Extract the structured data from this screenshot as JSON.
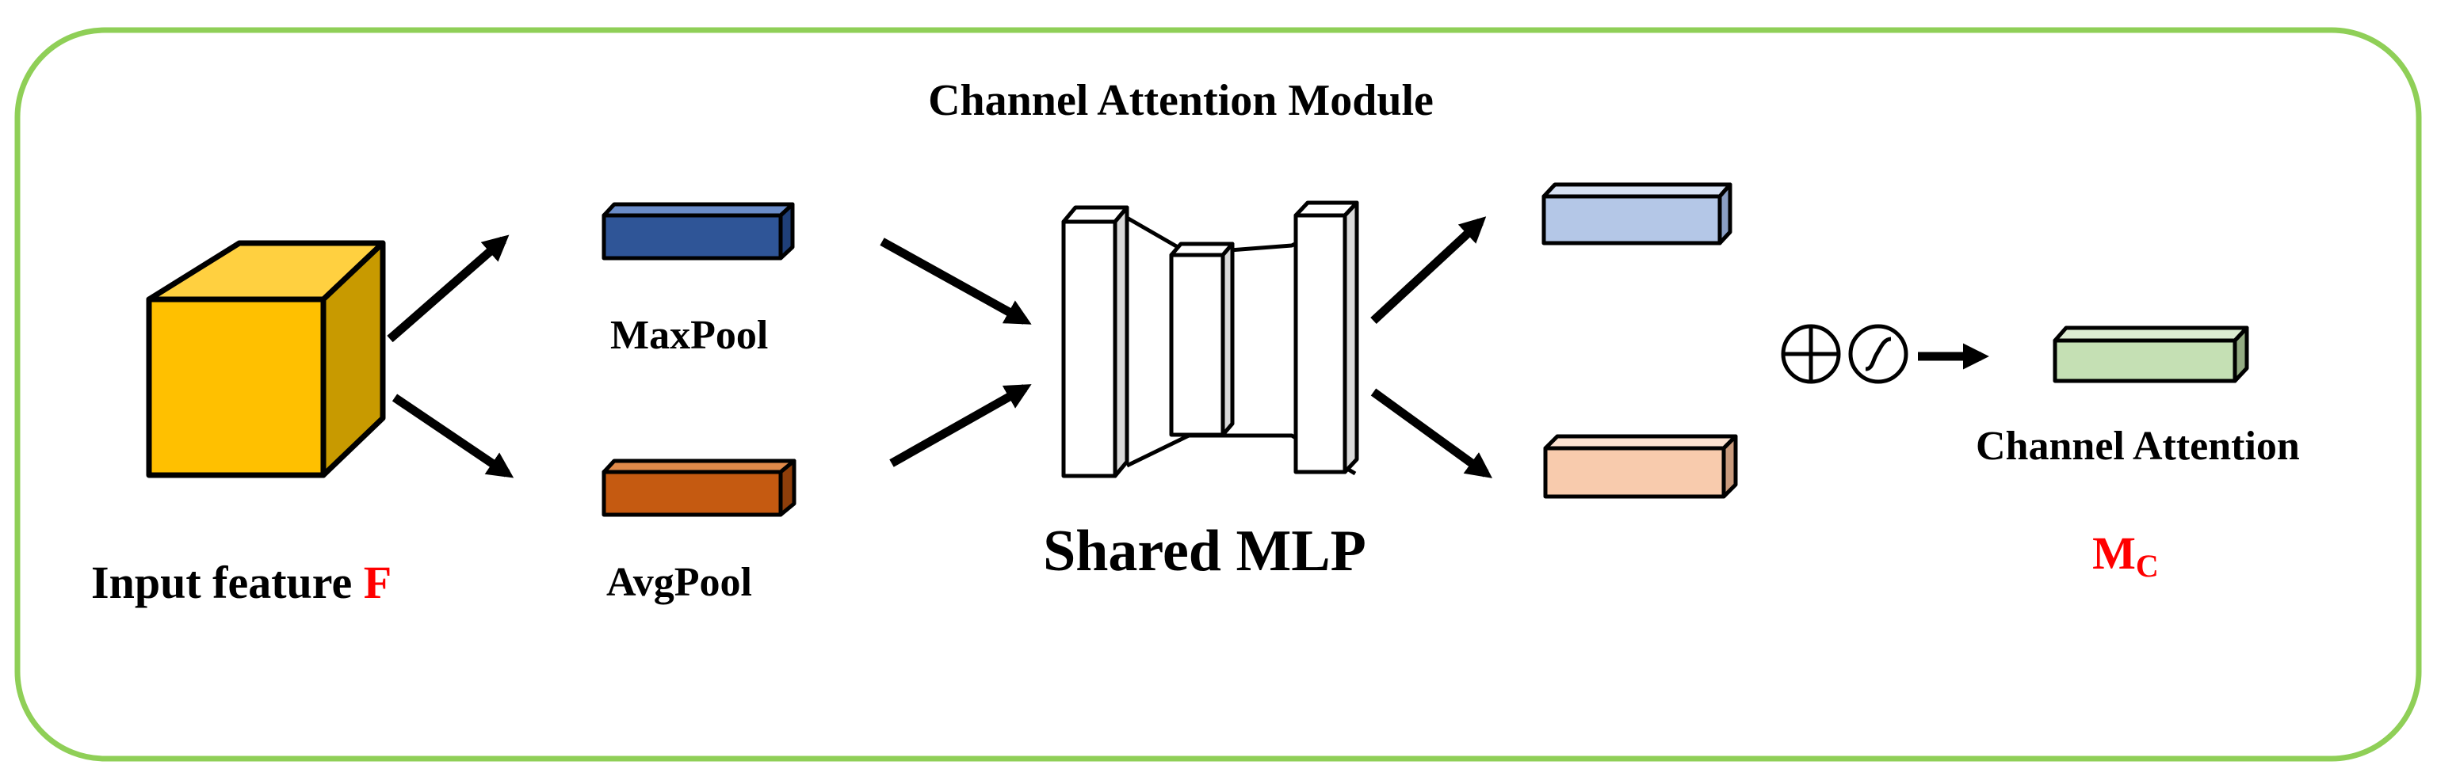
{
  "title": "Channel Attention Module",
  "input": {
    "label": "Input feature ",
    "symbol": "F"
  },
  "maxpool": {
    "label": "MaxPool"
  },
  "avgpool": {
    "label": "AvgPool"
  },
  "mlp": {
    "label": "Shared MLP"
  },
  "output": {
    "label": "Channel Attention",
    "symbol_main": "M",
    "symbol_sub": "C"
  },
  "operators": {
    "sum": "⊕",
    "sigmoid": "sigmoid-icon"
  },
  "colors": {
    "border": "#8fcf57",
    "cube_front": "#ffc000",
    "cube_top": "#ffd040",
    "cube_side": "#c89a00",
    "maxpool": "#2f5597",
    "avgpool": "#c55a11",
    "mlp_out_top": "#b4c7e7",
    "mlp_out_bottom": "#f8cbad",
    "output": "#c5e0b4",
    "highlight": "#ff0000"
  }
}
